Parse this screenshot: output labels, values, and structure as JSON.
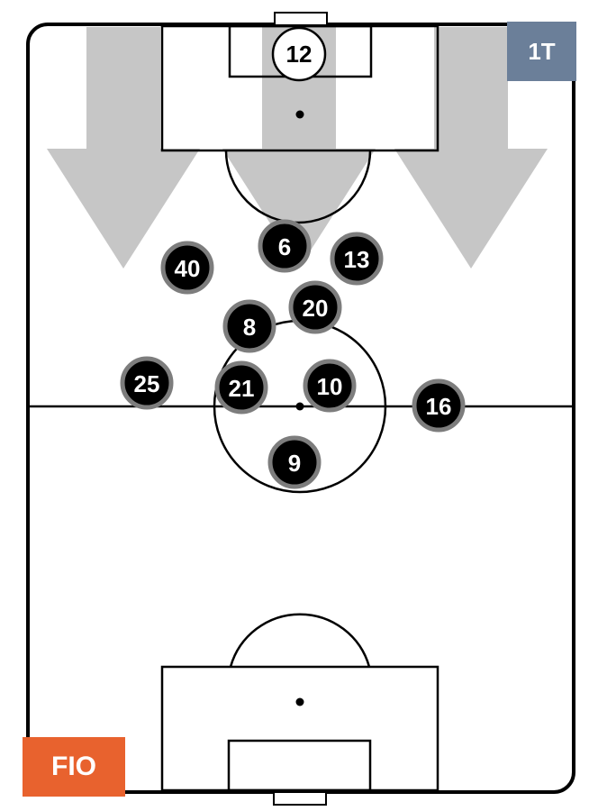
{
  "period_label": "1T",
  "team_label": "FIO",
  "colors": {
    "pressure_arrows": "#c6c6c6",
    "player_fill": "#000000",
    "player_ring": "#7d7d7d",
    "goalkeeper_fill": "#ffffff",
    "period_badge": "#6b7f99",
    "team_badge": "#e8622e"
  },
  "arrows": {
    "count": 3,
    "direction": "down"
  },
  "goalkeeper": {
    "number": "12"
  },
  "players": [
    {
      "number": "6"
    },
    {
      "number": "13"
    },
    {
      "number": "40"
    },
    {
      "number": "20"
    },
    {
      "number": "8"
    },
    {
      "number": "25"
    },
    {
      "number": "21"
    },
    {
      "number": "10"
    },
    {
      "number": "16"
    },
    {
      "number": "9"
    }
  ]
}
